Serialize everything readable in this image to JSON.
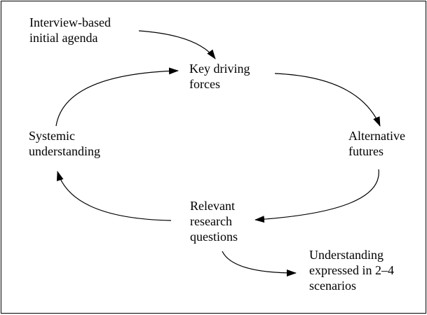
{
  "nodes": {
    "initial_agenda": {
      "lines": [
        "Interview-based",
        "initial agenda"
      ]
    },
    "key_driving_forces": {
      "lines": [
        "Key driving",
        "forces"
      ]
    },
    "alternative_futures": {
      "lines": [
        "Alternative",
        "futures"
      ]
    },
    "relevant_research_questions": {
      "lines": [
        "Relevant",
        "research",
        "questions"
      ]
    },
    "systemic_understanding": {
      "lines": [
        "Systemic",
        "understanding"
      ]
    },
    "scenarios": {
      "lines": [
        "Understanding",
        "expressed in 2–4",
        "scenarios"
      ]
    }
  },
  "colors": {
    "line": "#000000",
    "background": "#ffffff"
  }
}
